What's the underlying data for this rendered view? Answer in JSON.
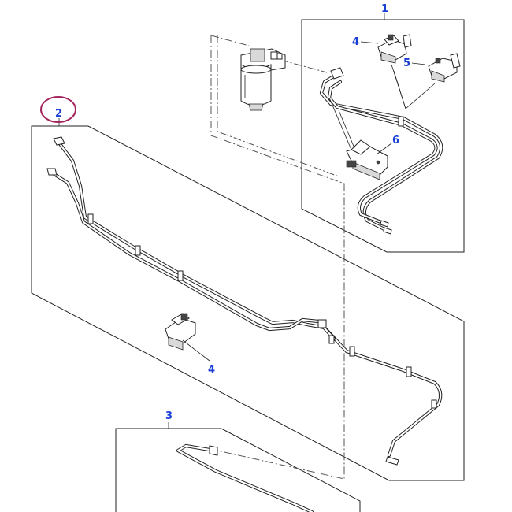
{
  "diagram": {
    "callouts": [
      {
        "id": "callout-1",
        "label": "1"
      },
      {
        "id": "callout-2",
        "label": "2"
      },
      {
        "id": "callout-3",
        "label": "3"
      },
      {
        "id": "callout-4a",
        "label": "4"
      },
      {
        "id": "callout-4b",
        "label": "4"
      },
      {
        "id": "callout-5",
        "label": "5"
      },
      {
        "id": "callout-6",
        "label": "6"
      }
    ],
    "colors": {
      "callout_text": "#1a3fd6",
      "highlight_ring": "#a3245c",
      "line": "#222222"
    },
    "highlighted_callout": "2"
  }
}
